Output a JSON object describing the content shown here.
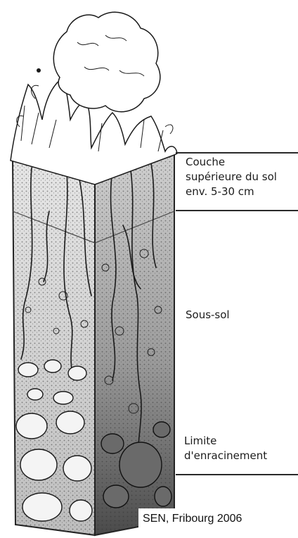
{
  "layers": [
    {
      "label_lines": [
        "Couche",
        "supérieure du sol",
        "env. 5-30 cm"
      ]
    },
    {
      "label_lines": [
        "Sous-sol"
      ]
    },
    {
      "label_lines": [
        "Limite",
        "d'enracinement"
      ]
    }
  ],
  "credit": "SEN, Fribourg 2006",
  "colors": {
    "ink": "#1c1c1c",
    "topsoil": "#c9c9c9",
    "subsoil": "#b9b9b9",
    "bedrock": "#4a4a4a"
  }
}
